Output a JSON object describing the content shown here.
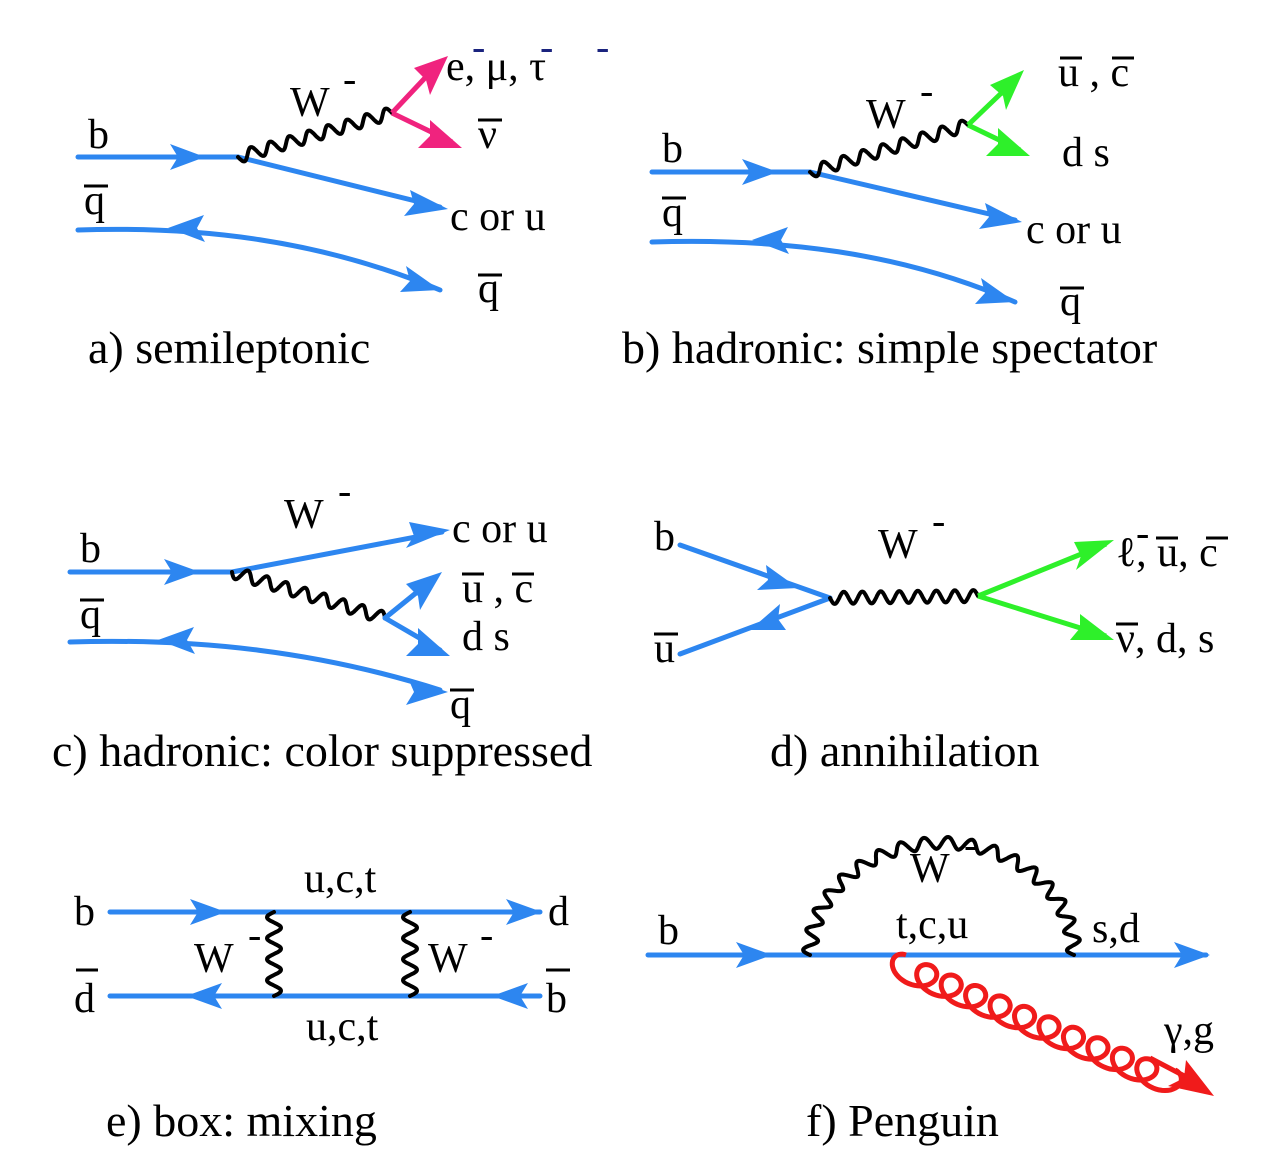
{
  "diagrams": {
    "a": {
      "caption": "a) semileptonic",
      "labels": {
        "b": "b",
        "qbar_in": "q",
        "w": "W",
        "w_sup": "-",
        "leptons": "e, μ, τ",
        "lep_sup1": "-",
        "lep_sup2": "-",
        "lep_sup3": "-",
        "nubar": "ν",
        "c_or_u": "c or u",
        "qbar_out": "q"
      }
    },
    "b": {
      "caption": "b) hadronic: simple spectator",
      "labels": {
        "b": "b",
        "qbar_in": "q",
        "w": "W",
        "w_sup": "-",
        "ubar_cbar": "u , c",
        "comma": ",",
        "d_s": "d  s",
        "c_or_u": "c or u",
        "qbar_out": "q"
      }
    },
    "c": {
      "caption": "c) hadronic: color suppressed",
      "labels": {
        "b": "b",
        "qbar_in": "q",
        "w": "W",
        "w_sup": "-",
        "c_or_u": "c or u",
        "ubar_cbar": "u , c",
        "d_s": "d  s",
        "qbar_out": "q"
      }
    },
    "d": {
      "caption": "d) annihilation",
      "labels": {
        "b": "b",
        "ubar": "u",
        "w": "W",
        "w_sup": "-",
        "top_out": "ℓ, u, c",
        "top_sup": "-",
        "bottom_out": "ν, d, s"
      }
    },
    "e": {
      "caption": "e) box: mixing",
      "labels": {
        "b": "b",
        "dbar": "d",
        "top_mid": "u,c,t",
        "bottom_mid": "u,c,t",
        "d_out": "d",
        "bbar_out": "b",
        "w_left": "W",
        "w_left_sup": "-",
        "w_right": "W",
        "w_right_sup": "-"
      }
    },
    "f": {
      "caption": "f) Penguin",
      "labels": {
        "b": "b",
        "w": "W",
        "w_sup": "-",
        "loop": "t,c,u",
        "s_d": "s,d",
        "gamma_g": "γ,g"
      }
    }
  },
  "colors": {
    "quark": "#2d86f0",
    "w_boson": "#000000",
    "lepton": "#f0237e",
    "hadronic_products": "#2ef02a",
    "gluon_photon": "#f01b1b"
  }
}
